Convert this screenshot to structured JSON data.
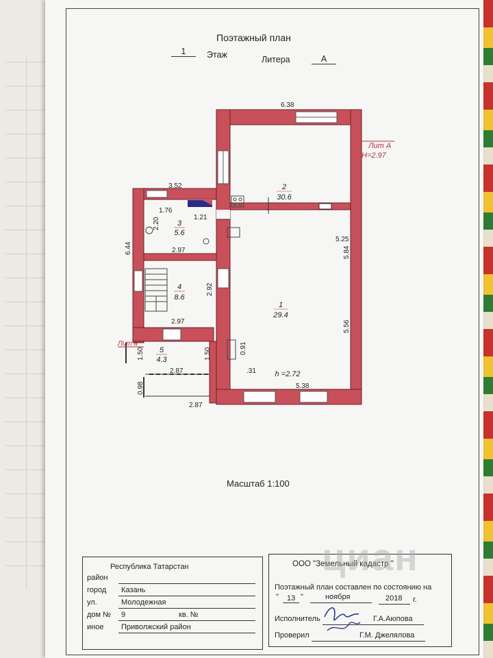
{
  "header": {
    "title": "Поэтажный план",
    "floor_value": "1",
    "floor_label": "Этаж",
    "litera_label": "Литера",
    "litera_value": "А"
  },
  "plan": {
    "dims": {
      "top_width": "6.38",
      "left_block_top": "3.52",
      "d176": "1.76",
      "d121": "1.21",
      "d220": "2.20",
      "d297a": "2.97",
      "d644": "6.44",
      "d292": "2.92",
      "d297b": "2.97",
      "d150a": "1.50",
      "d150b": "1.50",
      "d287a": "2.87",
      "d098": "0.98",
      "d287b": "2.87",
      "d584": "5.84",
      "d525": "5.25",
      "d556": "5.56",
      "d091": "0.91",
      "d031": ".31",
      "d538": "5.38"
    },
    "rooms": [
      {
        "num": "1",
        "area": "29.4"
      },
      {
        "num": "2",
        "area": "30.6"
      },
      {
        "num": "3",
        "area": "5.6"
      },
      {
        "num": "4",
        "area": "8.6"
      },
      {
        "num": "5",
        "area": "4.3"
      }
    ],
    "lit_a_label": "Лит А",
    "lit_a_height": "H=2.97",
    "lit_a_small": "Лит а",
    "room_height": "h =2.72",
    "wall_color": "#c8505a"
  },
  "scale_text": "Масштаб 1:100",
  "address": {
    "republic": "Республика Татарстан",
    "district_label": "район",
    "city_label": "город",
    "city": "Казань",
    "street_label": "ул.",
    "street": "Молодежная",
    "house_label": "дом №",
    "house": "9",
    "apt_label": "кв. №",
    "other_label": "иное",
    "other": "Приволжский район"
  },
  "company": {
    "name": "ООО \"Земельный кадастр \"",
    "statement": "Поэтажный план составлен по состоянию на",
    "day": "13",
    "month": "ноября",
    "year": "2018",
    "year_suffix": "г.",
    "quote_open": "\"",
    "quote_close": "\"",
    "executor_label": "Исполнитель",
    "executor": "Г.А.Аюпова",
    "checked_label": "Проверил",
    "checker": "Г.М. Джелялова"
  },
  "watermark": "циан"
}
